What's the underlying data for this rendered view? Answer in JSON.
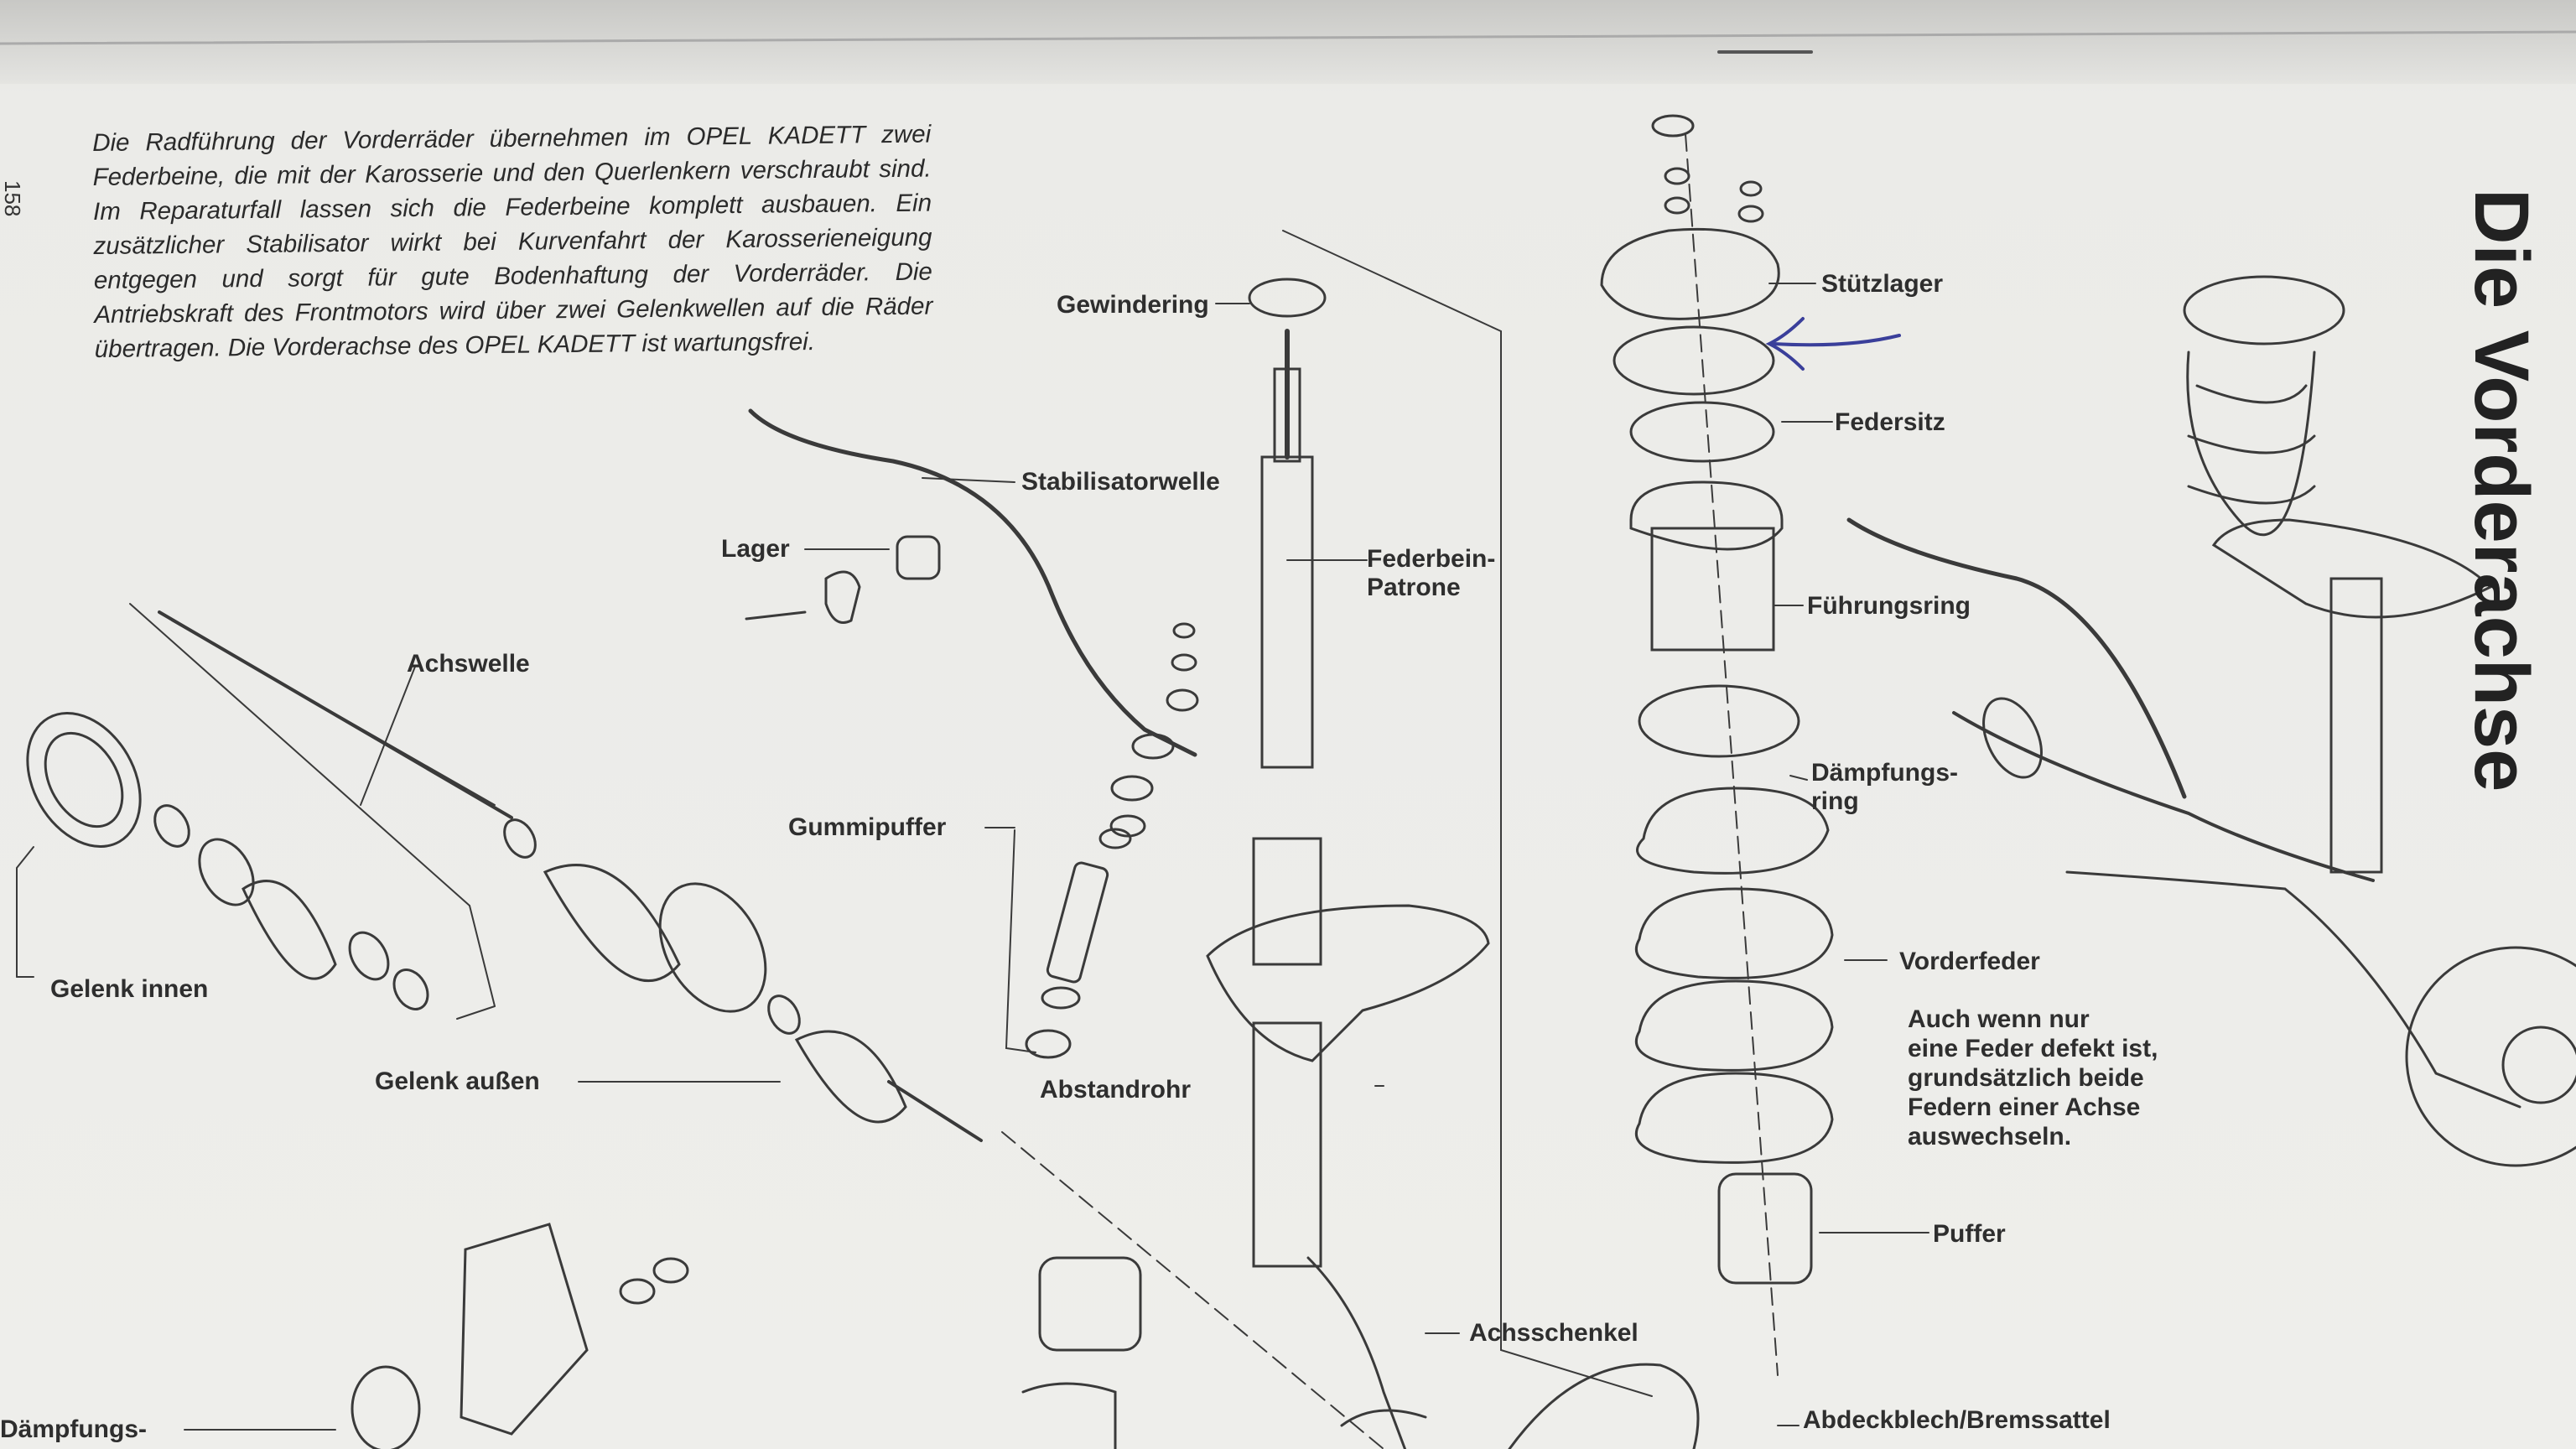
{
  "page": {
    "page_number": "158",
    "section_title": "Die Vorderachse",
    "intro_text": "Die Radführung der Vorderräder übernehmen im OPEL KADETT zwei Federbeine, die mit der Karosserie und den Querlenkern verschraubt sind. Im Reparaturfall lassen sich die Federbeine komplett ausbauen. Ein zusätzlicher Stabilisator wirkt bei Kurvenfahrt der Karosserieneigung entgegen und sorgt für gute Bodenhaftung der Vorderräder. Die Antriebskraft des Frontmotors wird über zwei Gelenkwellen auf die Räder übertragen. Die Vorderachse des OPEL KADETT ist wartungsfrei."
  },
  "labels": {
    "achswelle": "Achswelle",
    "gelenk_innen": "Gelenk innen",
    "gelenk_aussen": "Gelenk außen",
    "lager": "Lager",
    "stabilisatorwelle": "Stabilisatorwelle",
    "gummipuffer": "Gummipuffer",
    "abstandrohr": "Abstandrohr",
    "gewindering": "Gewindering",
    "federbein_patrone": "Federbein-\nPatrone",
    "achsschenkel": "Achsschenkel",
    "stuetzlager": "Stützlager",
    "federsitz": "Federsitz",
    "fuehrungsring": "Führungsring",
    "daempfungsring": "Dämpfungs-\nring",
    "vorderfeder": "Vorderfeder",
    "puffer": "Puffer",
    "abdeckblech": "Abdeckblech/Bremssattel",
    "daempfungs_bottom": "Dämpfungs-"
  },
  "note": "Auch wenn nur\neine Feder defekt ist,\ngrundsätzlich beide\nFedern einer Achse\nauswechseln.",
  "colors": {
    "ink": "#2e2e2e",
    "annotation_arrow": "#3a3f9a",
    "paper": "#eeeeeb"
  }
}
